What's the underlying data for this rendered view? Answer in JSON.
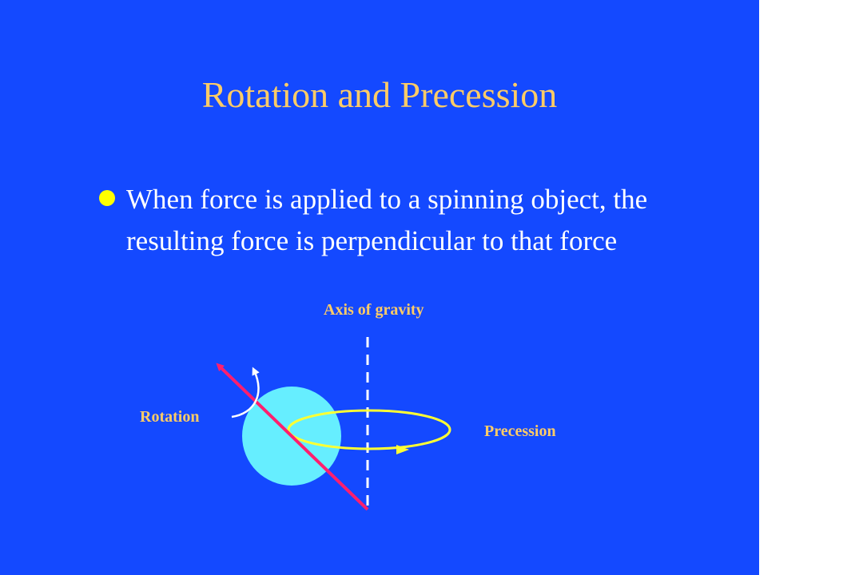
{
  "slide": {
    "title": "Rotation and Precession",
    "bullet_text": "When force is applied to a spinning object, the resulting force is perpendicular to that force",
    "colors": {
      "background": "#1449ff",
      "title": "#ffcc66",
      "bullet": "#ffff00",
      "sphere": "#66eeff",
      "axis_line": "#ff1f6e",
      "precession_ring": "#ffff33"
    }
  },
  "diagram": {
    "axis_of_gravity_label": "Axis of gravity",
    "rotation_label": "Rotation",
    "precession_label": "Precession"
  }
}
